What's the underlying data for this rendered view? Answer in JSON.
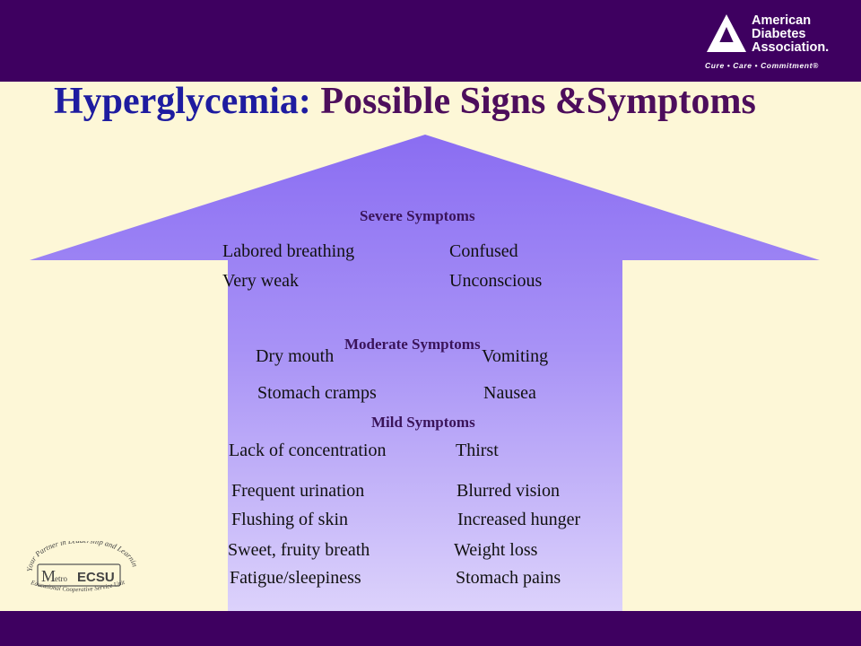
{
  "header": {
    "logo": {
      "line1": "American",
      "line2": "Diabetes",
      "line3": "Association.",
      "tagline": "Cure • Care • Commitment®"
    }
  },
  "title": {
    "part1": "Hyperglycemia:",
    "part2": "Possible Signs &Symptoms"
  },
  "severe": {
    "heading": "Severe Symptoms",
    "items": [
      "Labored breathing",
      "Confused",
      "Very weak",
      "Unconscious"
    ]
  },
  "moderate": {
    "heading": "Moderate Symptoms",
    "items": [
      "Dry mouth",
      "Vomiting",
      "Stomach cramps",
      "Nausea"
    ]
  },
  "mild": {
    "heading": "Mild Symptoms",
    "items": [
      "Lack of concentration",
      "Thirst",
      "Frequent urination",
      "Blurred vision",
      "Flushing of skin",
      "Increased hunger",
      "Sweet, fruity breath",
      "Weight loss",
      "Fatigue/sleepiness",
      "Stomach pains"
    ]
  },
  "footer_logo": {
    "arc_text": "Your Partner in Leadership and Learning",
    "name_small": "etro",
    "name_big": "M",
    "name_right": "ECSU",
    "bottom_text": "Educational Cooperative Service Unit"
  },
  "colors": {
    "bar": "#3e0060",
    "background": "#fdf7d7",
    "arrow_top": "#8a6df2",
    "arrow_bottom": "#d6cbfa",
    "title_blue": "#1e1ca0",
    "title_purple": "#4d0e5c"
  }
}
